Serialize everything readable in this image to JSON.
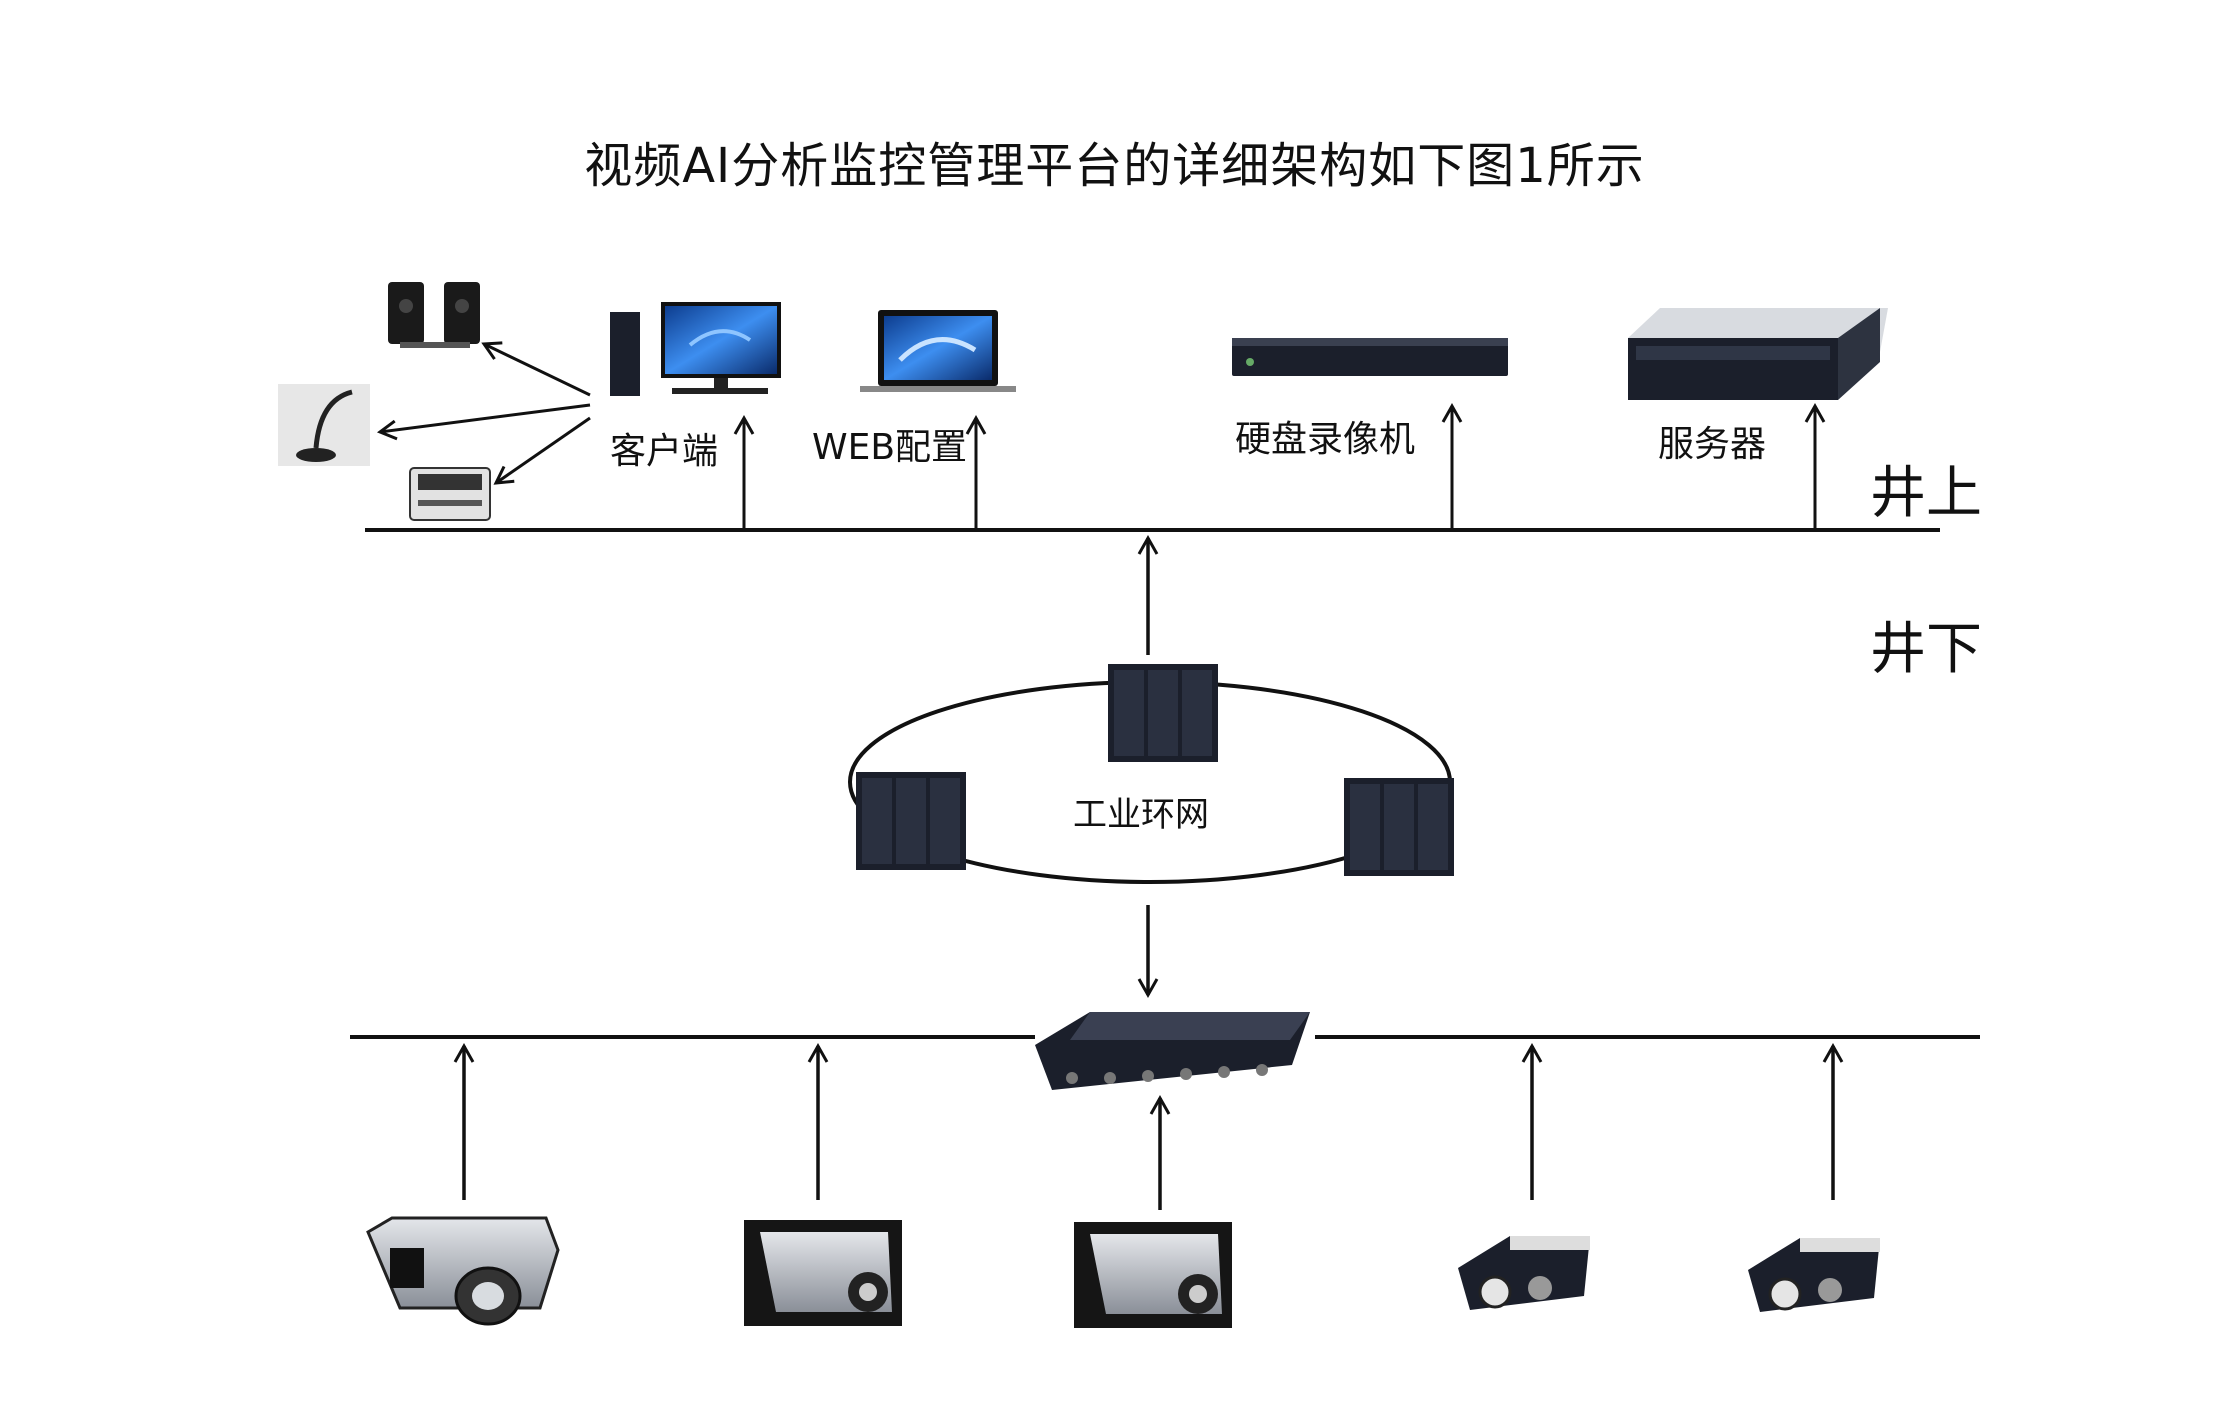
{
  "title": "视频AI分析监控管理平台的详细架构如下图1所示",
  "labels": {
    "client": "客户端",
    "web_config": "WEB配置",
    "nvr": "硬盘录像机",
    "server": "服务器",
    "above_ground": "井上",
    "below_ground": "井下",
    "ring_network": "工业环网"
  },
  "colors": {
    "line": "#111111",
    "device_dark": "#1b1f2b",
    "screen_blue": "#2c6fd6"
  },
  "icons": [
    "speaker-icon",
    "microphone-icon",
    "printer-icon",
    "desktop-computer-icon",
    "laptop-icon",
    "nvr-icon",
    "server-icon",
    "ring-switch-icon",
    "network-switch-icon",
    "camera-icon"
  ]
}
